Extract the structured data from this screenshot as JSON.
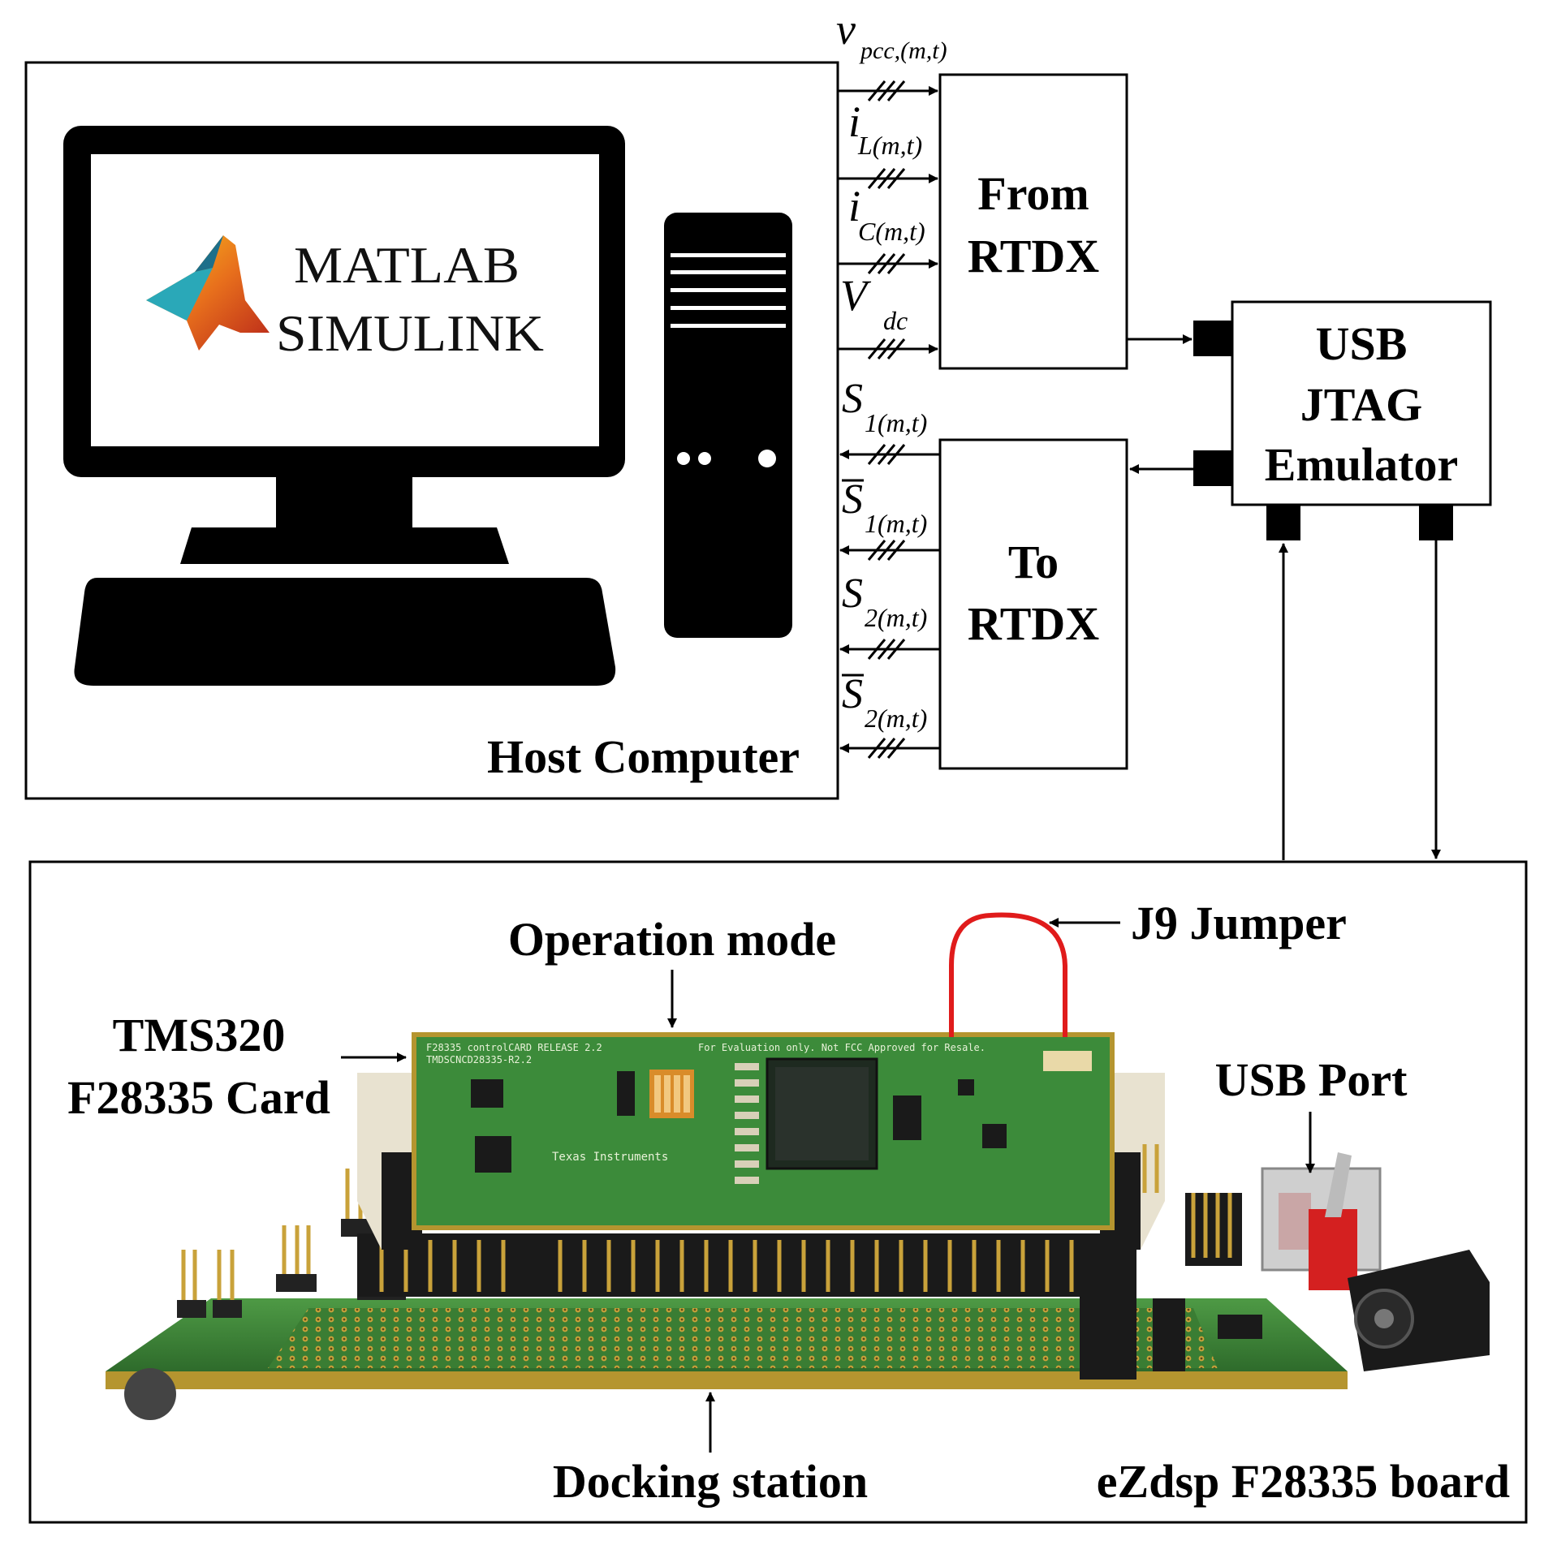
{
  "host": {
    "label": "Host Computer",
    "logo_line1": "MATLAB",
    "logo_line2": "SIMULINK"
  },
  "from_rtdx": {
    "line1": "From",
    "line2": "RTDX"
  },
  "to_rtdx": {
    "line1": "To",
    "line2": "RTDX"
  },
  "emulator": {
    "line1": "USB",
    "line2": "JTAG",
    "line3": "Emulator"
  },
  "signals_in": [
    {
      "main": "v",
      "sub": "pcc,(m,t)"
    },
    {
      "main": "i",
      "sub": "L(m,t)"
    },
    {
      "main": "i",
      "sub": "C(m,t)"
    },
    {
      "main": "V",
      "sub": "dc"
    }
  ],
  "signals_out": [
    {
      "main": "S",
      "sub": "1(m,t)"
    },
    {
      "main": "S",
      "sub": "1(m,t)"
    },
    {
      "main": "S",
      "sub": "2(m,t)"
    },
    {
      "main": "S",
      "sub": "2(m,t)"
    }
  ],
  "board": {
    "operation_mode": "Operation mode",
    "j9_jumper": "J9 Jumper",
    "card_line1": "TMS320",
    "card_line2": "F28335 Card",
    "usb_port": "USB Port",
    "docking_station": "Docking station",
    "board_label": "eZdsp F28335 board",
    "card_silkscreen": "F28335 controlCARD RELEASE 2.2",
    "card_silkscreen2": "TMDSCNCD28335-R2.2",
    "card_notice": "For Evaluation only. Not FCC Approved for Resale.",
    "ti_logo": "Texas Instruments"
  },
  "colors": {
    "line": "#000000",
    "pcb_green": "#3f8a3a",
    "pcb_dark": "#2e6b2b",
    "jumper_red": "#e01b1b",
    "matlab_orange": "#e8701c",
    "matlab_teal": "#2aa8b8"
  }
}
